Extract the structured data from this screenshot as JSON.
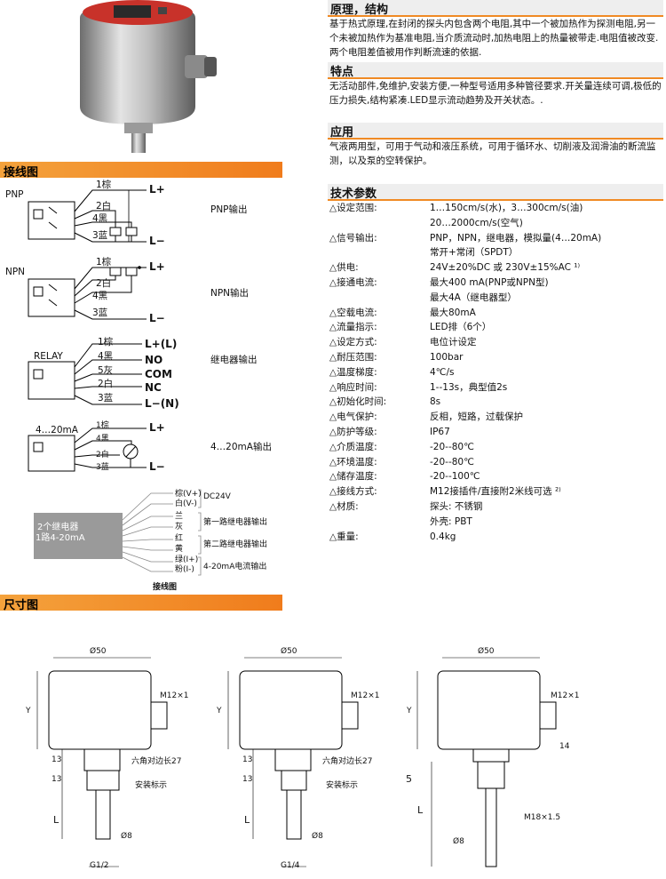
{
  "sections": {
    "wiring": "接线图",
    "dimensions": "尺寸图"
  },
  "principle": {
    "title": "原理，结构",
    "text": "基于热式原理,在封闭的探头内包含两个电阻,其中一个被加热作为探测电阻,另一个未被加热作为基准电阻,当介质流动时,加热电阻上的热量被带走.电阻值被改变.两个电阻差值被用作判断流速的依据."
  },
  "features": {
    "title": "特点",
    "text": "无活动部件,免维护,安装方便,一种型号适用多种管径要求.开关量连续可调,极低的压力损失,结构紧凑.LED显示流动趋势及开关状态。."
  },
  "application": {
    "title": "应用",
    "text": "气液两用型，可用于气动和液压系统，可用于循环水、切削液及润滑油的断流监测，以及泵的空转保护。"
  },
  "specs": {
    "title": "技术参数",
    "rows": [
      {
        "label": "△设定范围:",
        "value": "1…150cm/s(水)，3…300cm/s(油)"
      },
      {
        "label": "",
        "value": "20…2000cm/s(空气)"
      },
      {
        "label": "△信号输出:",
        "value": "PNP，NPN，继电器，模拟量(4…20mA)"
      },
      {
        "label": "",
        "value": "常开+常闭（SPDT）"
      },
      {
        "label": "△供电:",
        "value": "24V±20%DC 或 230V±15%AC ¹⁾"
      },
      {
        "label": "△接通电流:",
        "value": "最大400 mA(PNP或NPN型)"
      },
      {
        "label": "",
        "value": "最大4A（继电器型）"
      },
      {
        "label": "△空载电流:",
        "value": "最大80mA"
      },
      {
        "label": "△流量指示:",
        "value": "LED排（6个）"
      },
      {
        "label": "△设定方式:",
        "value": "电位计设定"
      },
      {
        "label": "△耐压范围:",
        "value": "100bar"
      },
      {
        "label": "△温度梯度:",
        "value": "4℃/s"
      },
      {
        "label": "△响应时间:",
        "value": "1--13s，典型值2s"
      },
      {
        "label": "△初始化时间:",
        "value": "8s"
      },
      {
        "label": "△电气保护:",
        "value": "反相，短路，过载保护"
      },
      {
        "label": "△防护等级:",
        "value": "IP67"
      },
      {
        "label": "△介质温度:",
        "value": "-20--80℃"
      },
      {
        "label": "△环境温度:",
        "value": "-20--80℃"
      },
      {
        "label": "△储存温度:",
        "value": "-20--100℃"
      },
      {
        "label": "△接线方式:",
        "value": "M12接插件/直接附2米线可选 ²⁾"
      },
      {
        "label": "△材质:",
        "value": "探头:  不锈钢"
      },
      {
        "label": "",
        "value": "外壳:  PBT"
      },
      {
        "label": "△重量:",
        "value": "0.4kg"
      }
    ]
  },
  "wiring": {
    "pnp": {
      "name": "PNP",
      "output": "PNP输出",
      "w1": "1棕",
      "w2": "2白",
      "w4": "4黑",
      "w3": "3蓝",
      "lplus": "L+",
      "lminus": "L−"
    },
    "npn": {
      "name": "NPN",
      "output": "NPN输出",
      "w1": "1棕",
      "w2": "2白",
      "w4": "4黑",
      "w3": "3蓝",
      "lplus": "L+",
      "lminus": "L−"
    },
    "relay": {
      "name": "RELAY",
      "output": "继电器输出",
      "w1": "1棕",
      "w4": "4黑",
      "w5": "5灰",
      "w2": "2白",
      "w3": "3蓝",
      "t1": "L+(L)",
      "t2": "NO",
      "t3": "COM",
      "t4": "NC",
      "t5": "L−(N)"
    },
    "analog": {
      "name": "4…20mA",
      "output": "4…20mA输出",
      "w1": "1棕",
      "w4": "4黑",
      "w2": "2白",
      "w3": "3蓝",
      "lplus": "L+",
      "lminus": "L−"
    },
    "combo": {
      "box_line1": "2个继电器",
      "box_line2": "1路4-20mA",
      "wires": [
        "棕(V+)",
        "白(V-)",
        "兰",
        "灰",
        "红",
        "黄",
        "绿(I+)",
        "粉(I-)"
      ],
      "groups": [
        "DC24V",
        "第一路继电器输出",
        "第二路继电器输出",
        "4-20mA电流输出"
      ],
      "caption": "接线图"
    }
  },
  "dims": {
    "d50": "Ø50",
    "m12": "M12×1",
    "y": "Y",
    "h13a": "13",
    "h13b": "13",
    "hex": "六角对边长27",
    "mark": "安装标示",
    "L": "L",
    "d8": "Ø8",
    "g12": "G1/2",
    "g14": "G1/4",
    "h14": "14",
    "h5": "5",
    "m18": "M18×1.5"
  },
  "colors": {
    "accent": "#f08a24",
    "housing_red": "#c8322a"
  }
}
